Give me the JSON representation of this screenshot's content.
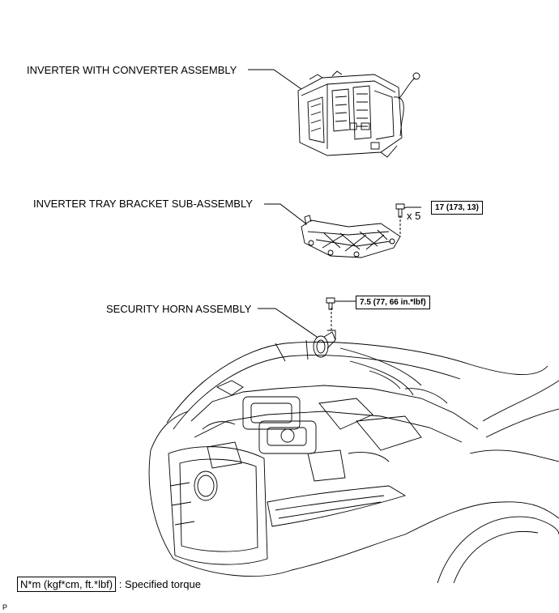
{
  "labels": {
    "inverter": "INVERTER WITH CONVERTER ASSEMBLY",
    "tray": "INVERTER TRAY BRACKET SUB-ASSEMBLY",
    "horn": "SECURITY HORN ASSEMBLY"
  },
  "torque": {
    "tray_bolt": "17 (173, 13)",
    "horn_bolt": "7.5 (77, 66 in.*lbf)"
  },
  "quantity": "x 5",
  "legend": {
    "box": "N*m (kgf*cm, ft.*lbf)",
    "text": ": Specified torque"
  },
  "corner_mark": "P"
}
